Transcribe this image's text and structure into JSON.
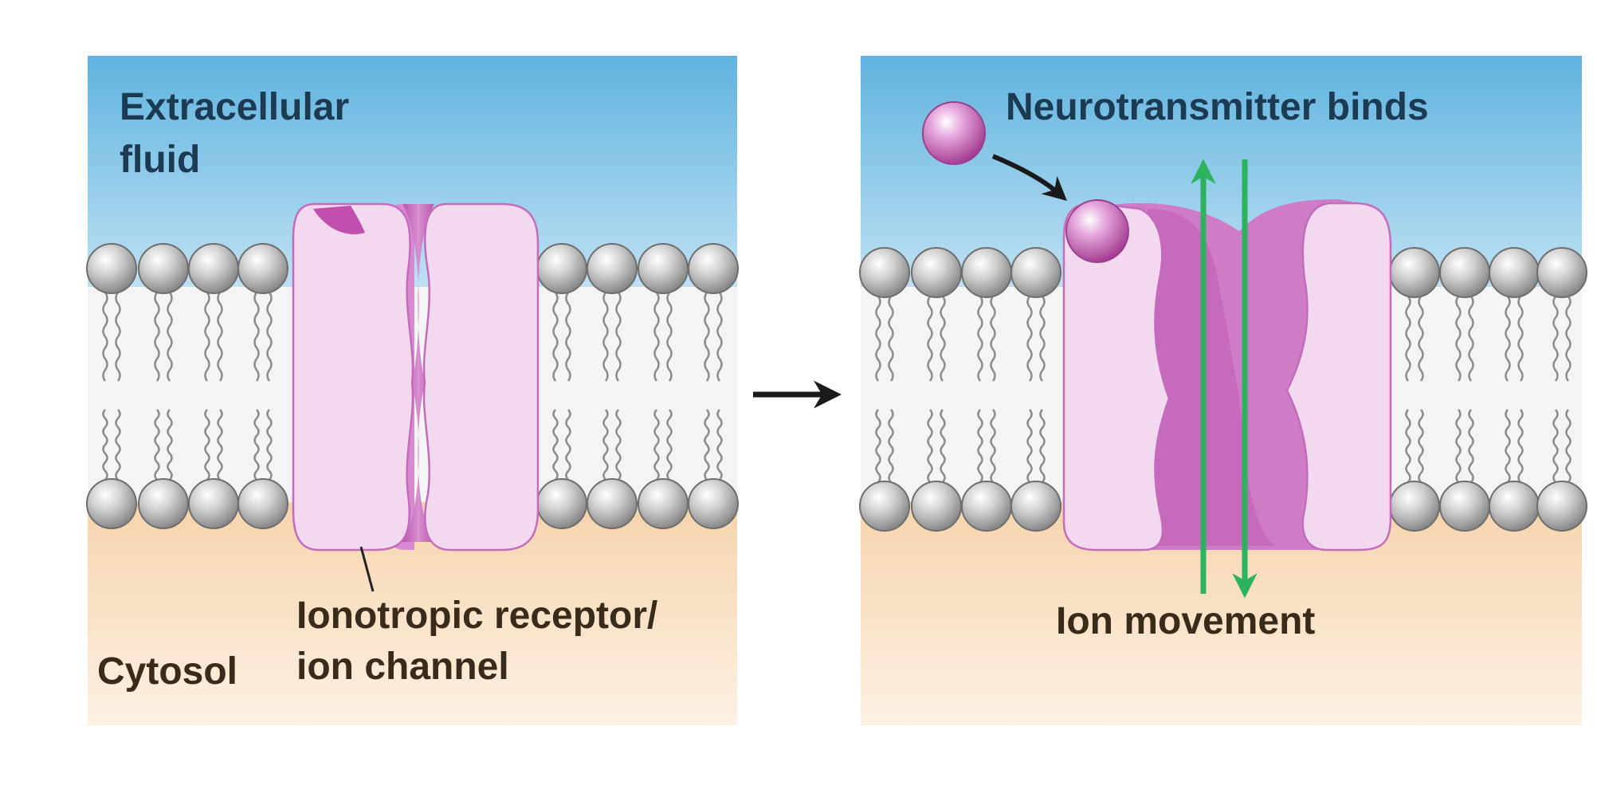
{
  "left_panel": {
    "extracellular_label_line1": "Extracellular",
    "extracellular_label_line2": "fluid",
    "cytosol_label": "Cytosol",
    "receptor_label_line1": "Ionotropic receptor/",
    "receptor_label_line2": "ion channel"
  },
  "right_panel": {
    "binding_label": "Neurotransmitter binds",
    "ion_label": "Ion movement"
  },
  "colors": {
    "extracellular_top": "#5fb3df",
    "extracellular_bottom": "#e6f4fb",
    "cytosol_top": "#f1c48f",
    "cytosol_bottom": "#fdf1e3",
    "channel_light": "#f3d9ef",
    "channel_dark": "#c66cbf",
    "neurotransmitter": "#c14fae",
    "ion_arrow": "#2db35d",
    "lipid_head": "#a9a9a9"
  }
}
